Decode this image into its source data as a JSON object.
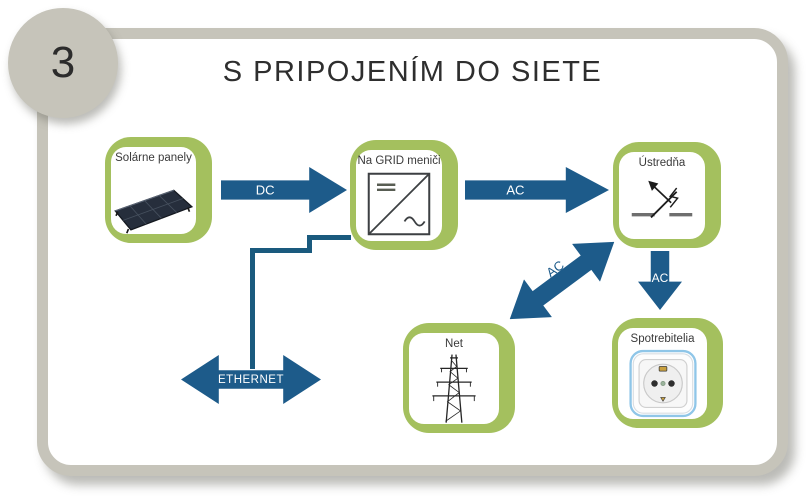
{
  "slide": {
    "badge_number": "3",
    "title": "S PRIPOJENÍM DO SIETE"
  },
  "colors": {
    "arrow_blue": "#1d5b8a",
    "box_green": "#a4c05e",
    "frame_gray": "#c6c4ba"
  },
  "nodes": {
    "solar": {
      "label": "Solárne panely",
      "icon": "solar-panel-icon"
    },
    "inverter": {
      "label": "Na GRID meniči",
      "icon": "inverter-symbol-icon"
    },
    "switchboard": {
      "label": "Ústredňa",
      "icon": "switch-symbol-icon"
    },
    "net": {
      "label": "Net",
      "icon": "transmission-tower-icon"
    },
    "consumers": {
      "label": "Spotrebitelia",
      "icon": "power-socket-icon"
    }
  },
  "arrows": {
    "dc_solar_to_inverter": {
      "label": "DC"
    },
    "ac_inverter_to_switchboard": {
      "label": "AC"
    },
    "ac_net_switchboard": {
      "label": "AC"
    },
    "ac_switchboard_to_consumers": {
      "label": "AC"
    },
    "ethernet_inverter_link": {
      "label": "ETHERNET"
    }
  }
}
